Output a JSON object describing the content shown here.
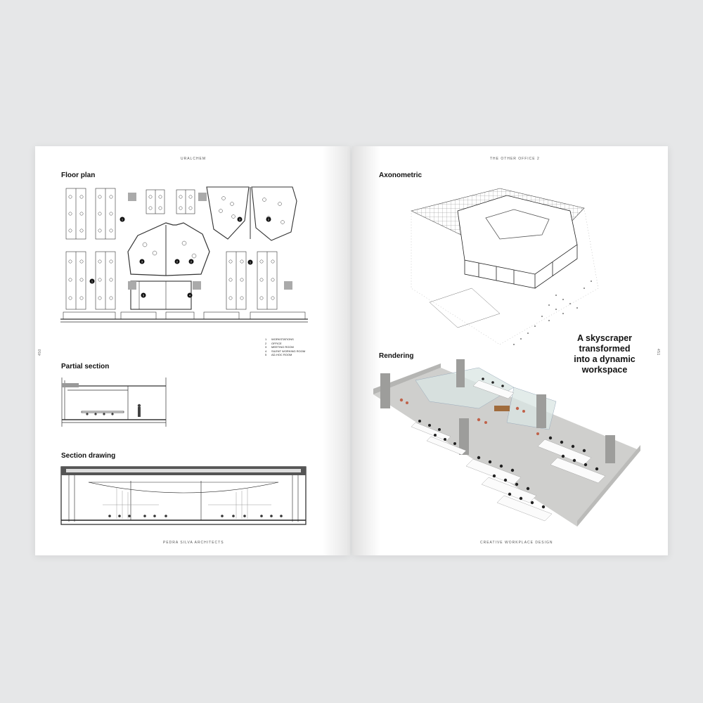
{
  "left_page": {
    "header": "URALCHEM",
    "footer": "PEDRA SILVA ARCHITECTS",
    "folio": "450",
    "floor_plan": {
      "title": "Floor plan",
      "markers": [
        "1",
        "1",
        "1",
        "2",
        "2",
        "2",
        "3",
        "3",
        "4",
        "5"
      ]
    },
    "legend": [
      {
        "num": "1",
        "label": "WORKSTATIONS"
      },
      {
        "num": "2",
        "label": "OFFICE"
      },
      {
        "num": "3",
        "label": "MEETING ROOM"
      },
      {
        "num": "4",
        "label": "SILENT WORKING ROOM"
      },
      {
        "num": "5",
        "label": "AD-HOC ROOM"
      }
    ],
    "partial_section": {
      "title": "Partial section"
    },
    "section_drawing": {
      "title": "Section drawing"
    }
  },
  "right_page": {
    "header": "THE OTHER OFFICE 2",
    "footer": "CREATIVE WORKPLACE DESIGN",
    "folio": "451",
    "axonometric": {
      "title": "Axonometric"
    },
    "rendering": {
      "title": "Rendering"
    },
    "headline": [
      "A skyscraper",
      "transformed",
      "into a dynamic",
      "workspace"
    ]
  },
  "colors": {
    "background": "#e6e7e8",
    "paper": "#ffffff",
    "ink": "#111111",
    "render_floor": "#cfcfcd",
    "accent_chairs": "#c0624a"
  }
}
